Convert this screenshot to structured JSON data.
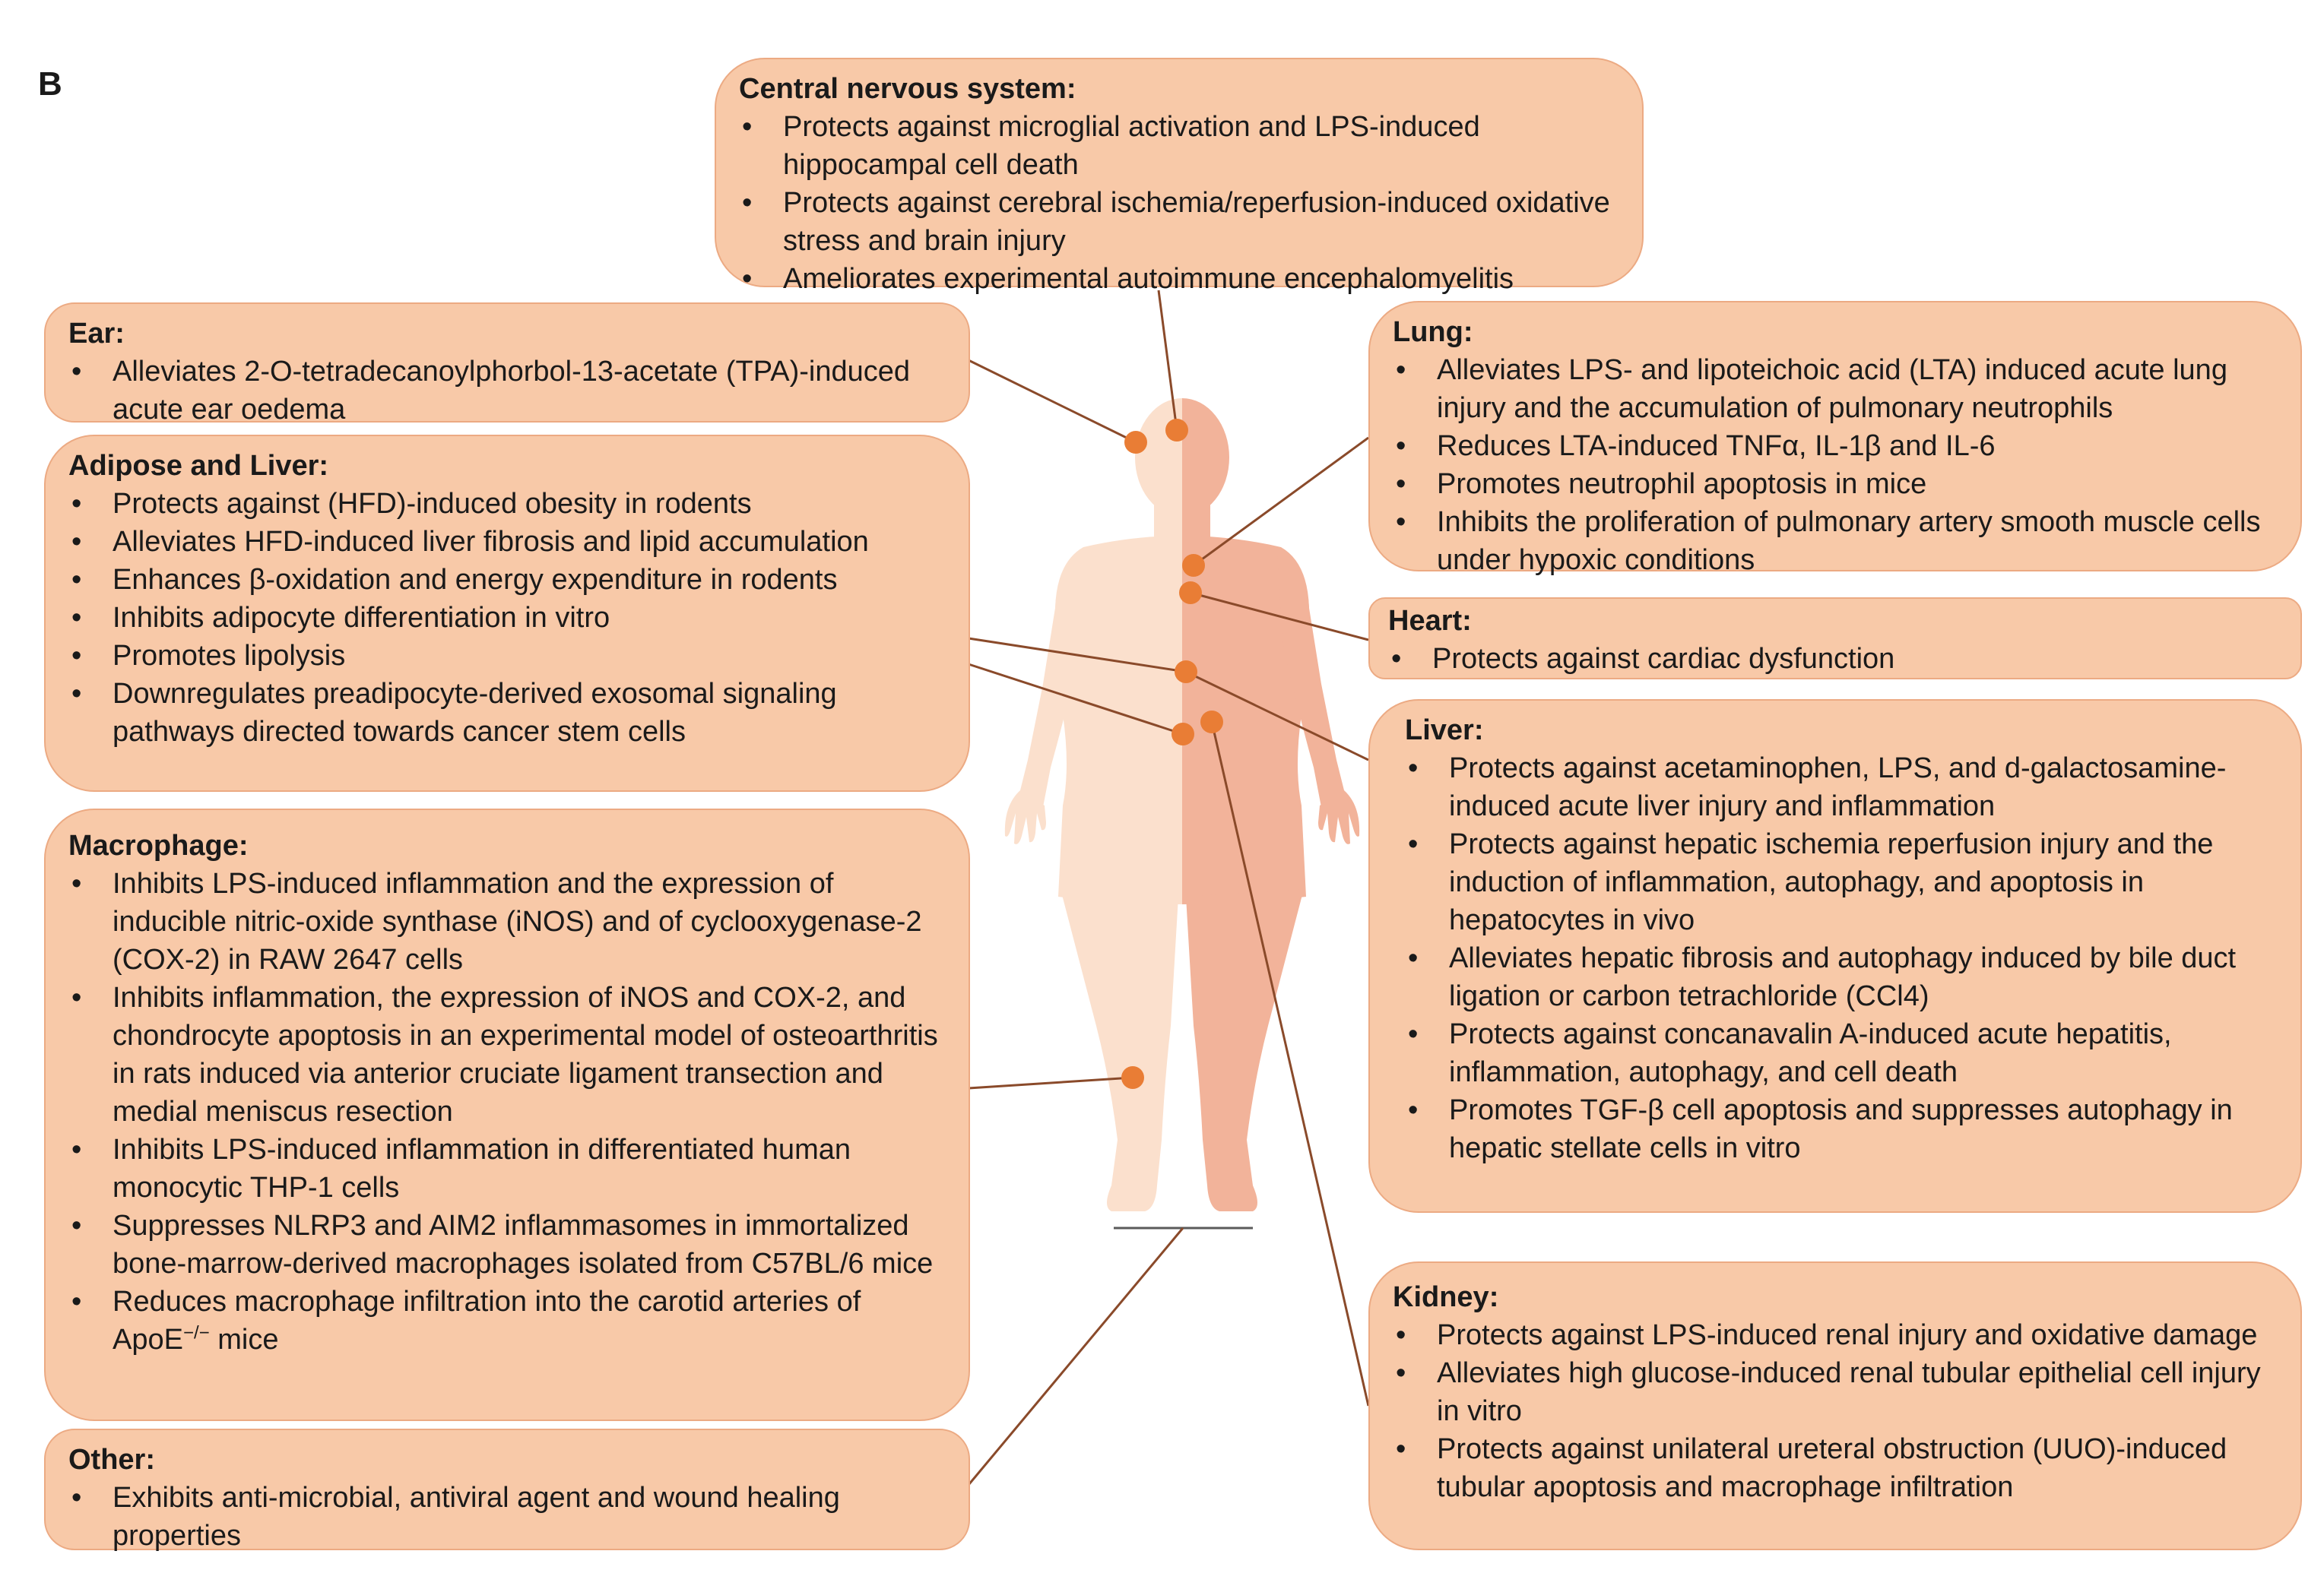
{
  "panel_label": "B",
  "colors": {
    "box_fill": "#f8c9a8",
    "box_border": "#ecaa83",
    "connector_dot": "#e97d35",
    "connector_line": "#8a4a2a",
    "body_light": "#fbe0cd",
    "body_dark": "#f2b39a"
  },
  "boxes": {
    "cns": {
      "title": "Central nervous system:",
      "items": [
        "Protects against microglial activation and LPS-induced hippocampal cell death",
        "Protects against cerebral ischemia/reperfusion-induced oxidative stress and brain injury",
        "Ameliorates experimental autoimmune encephalomyelitis"
      ]
    },
    "ear": {
      "title": "Ear:",
      "items": [
        "Alleviates 2-O-tetradecanoylphorbol-13-acetate (TPA)-induced acute ear oedema"
      ]
    },
    "adipose": {
      "title": "Adipose and Liver:",
      "items": [
        "Protects against (HFD)-induced obesity in rodents",
        "Alleviates HFD-induced liver fibrosis and lipid accumulation",
        "Enhances β-oxidation and energy expenditure in rodents",
        "Inhibits adipocyte differentiation in vitro",
        "Promotes lipolysis",
        "Downregulates preadipocyte-derived exosomal signaling pathways directed towards cancer stem cells"
      ]
    },
    "macrophage": {
      "title": "Macrophage:",
      "items": [
        "Inhibits LPS-induced inflammation and the expression of inducible nitric-oxide synthase (iNOS) and of cyclooxygenase-2 (COX-2) in RAW 2647 cells",
        "Inhibits inflammation, the expression of iNOS and COX-2, and chondrocyte apoptosis in an experimental model of osteoarthritis in rats induced via anterior cruciate ligament transection and medial meniscus resection",
        "Inhibits LPS-induced inflammation in differentiated human monocytic THP-1 cells",
        "Suppresses NLRP3 and AIM2 inflammasomes in immortalized bone-marrow-derived macrophages isolated from C57BL/6 mice"
      ],
      "last_item_prefix": "Reduces macrophage infiltration into the carotid arteries of ApoE",
      "last_item_sup": "−/−",
      "last_item_suffix": " mice"
    },
    "other": {
      "title": "Other:",
      "items": [
        "Exhibits anti-microbial, antiviral agent and wound healing properties"
      ]
    },
    "lung": {
      "title": "Lung:",
      "items": [
        "Alleviates LPS- and lipoteichoic acid (LTA) induced acute lung injury and the accumulation of pulmonary neutrophils",
        "Reduces LTA-induced TNFα, IL-1β and IL-6",
        "Promotes neutrophil apoptosis in mice",
        "Inhibits the proliferation of pulmonary artery smooth muscle cells under hypoxic conditions"
      ]
    },
    "heart": {
      "title": "Heart:",
      "items": [
        "Protects against cardiac dysfunction"
      ]
    },
    "liver": {
      "title": "Liver:",
      "items": [
        "Protects against acetaminophen, LPS, and d-galactosamine-induced acute liver injury and inflammation",
        "Protects against hepatic ischemia reperfusion injury and the induction of inflammation, autophagy, and apoptosis in hepatocytes in vivo",
        "Alleviates hepatic fibrosis and autophagy induced by bile duct ligation or carbon tetrachloride (CCl4)",
        "Protects against concanavalin A-induced acute hepatitis, inflammation, autophagy, and cell death",
        "Promotes TGF-β cell apoptosis and suppresses autophagy in hepatic stellate cells in vitro"
      ]
    },
    "kidney": {
      "title": "Kidney:",
      "items": [
        "Protects against LPS-induced renal injury and oxidative damage",
        "Alleviates high glucose-induced renal tubular epithelial cell injury in vitro",
        "Protects against unilateral ureteral obstruction (UUO)-induced tubular apoptosis and macrophage infiltration"
      ]
    }
  }
}
